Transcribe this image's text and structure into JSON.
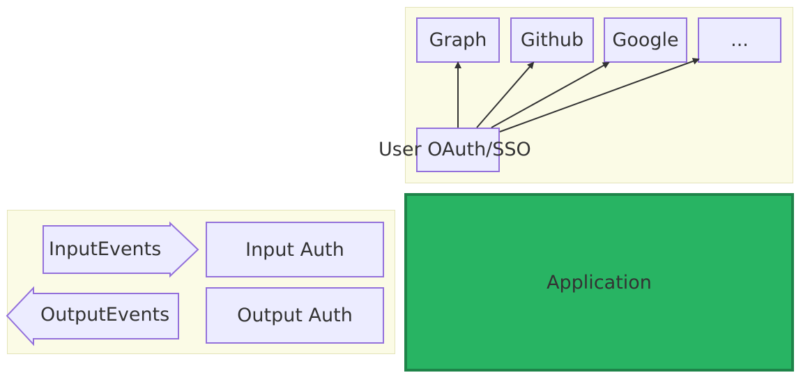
{
  "auth_providers": {
    "items": [
      {
        "label": "Graph"
      },
      {
        "label": "Github"
      },
      {
        "label": "Google"
      },
      {
        "label": "..."
      }
    ],
    "source_label": "User OAuth/SSO"
  },
  "events": {
    "input_events_label": "InputEvents",
    "output_events_label": "OutputEvents",
    "input_auth_label": "Input Auth",
    "output_auth_label": "Output Auth"
  },
  "application": {
    "label": "Application"
  },
  "colors": {
    "group_fill": "#fbfbe6",
    "node_fill": "#ececff",
    "node_border": "#9370db",
    "application_fill": "#28b463",
    "application_border": "#1e8449",
    "arrow": "#333333"
  }
}
